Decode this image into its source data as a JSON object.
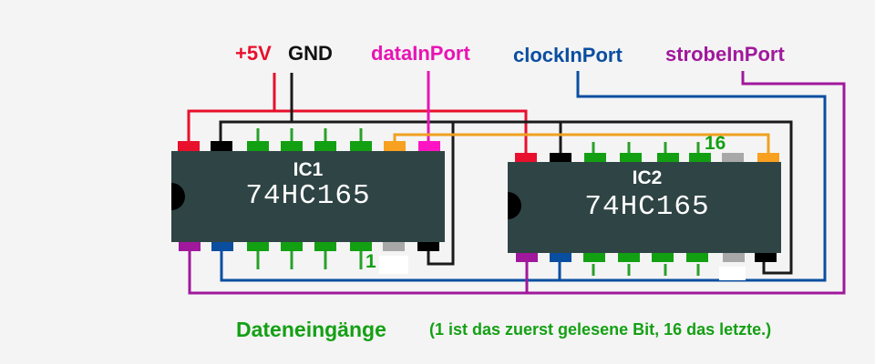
{
  "labels": {
    "vcc": "+5V",
    "gnd": "GND",
    "data_in": "dataInPort",
    "clock_in": "clockInPort",
    "strobe_in": "strobeInPort"
  },
  "chips": [
    {
      "name": "IC1",
      "part": "74HC165"
    },
    {
      "name": "IC2",
      "part": "74HC165"
    }
  ],
  "pin_markers": {
    "first_bit": "1",
    "last_bit": "16"
  },
  "caption": {
    "title": "Dateneingänge",
    "note": "(1 ist das zuerst gelesene Bit, 16 das letzte.)"
  },
  "colors": {
    "vcc": "#e8102c",
    "gnd": "#111111",
    "data_in": "#e814b4",
    "clock_in": "#0a4ea0",
    "strobe_in": "#a0189c",
    "serial_link": "#f0a020",
    "data_inputs": "#12a012",
    "unused_pin": "#a8a8a8",
    "chip_body": "#2f4444",
    "caption": "#14a014"
  }
}
